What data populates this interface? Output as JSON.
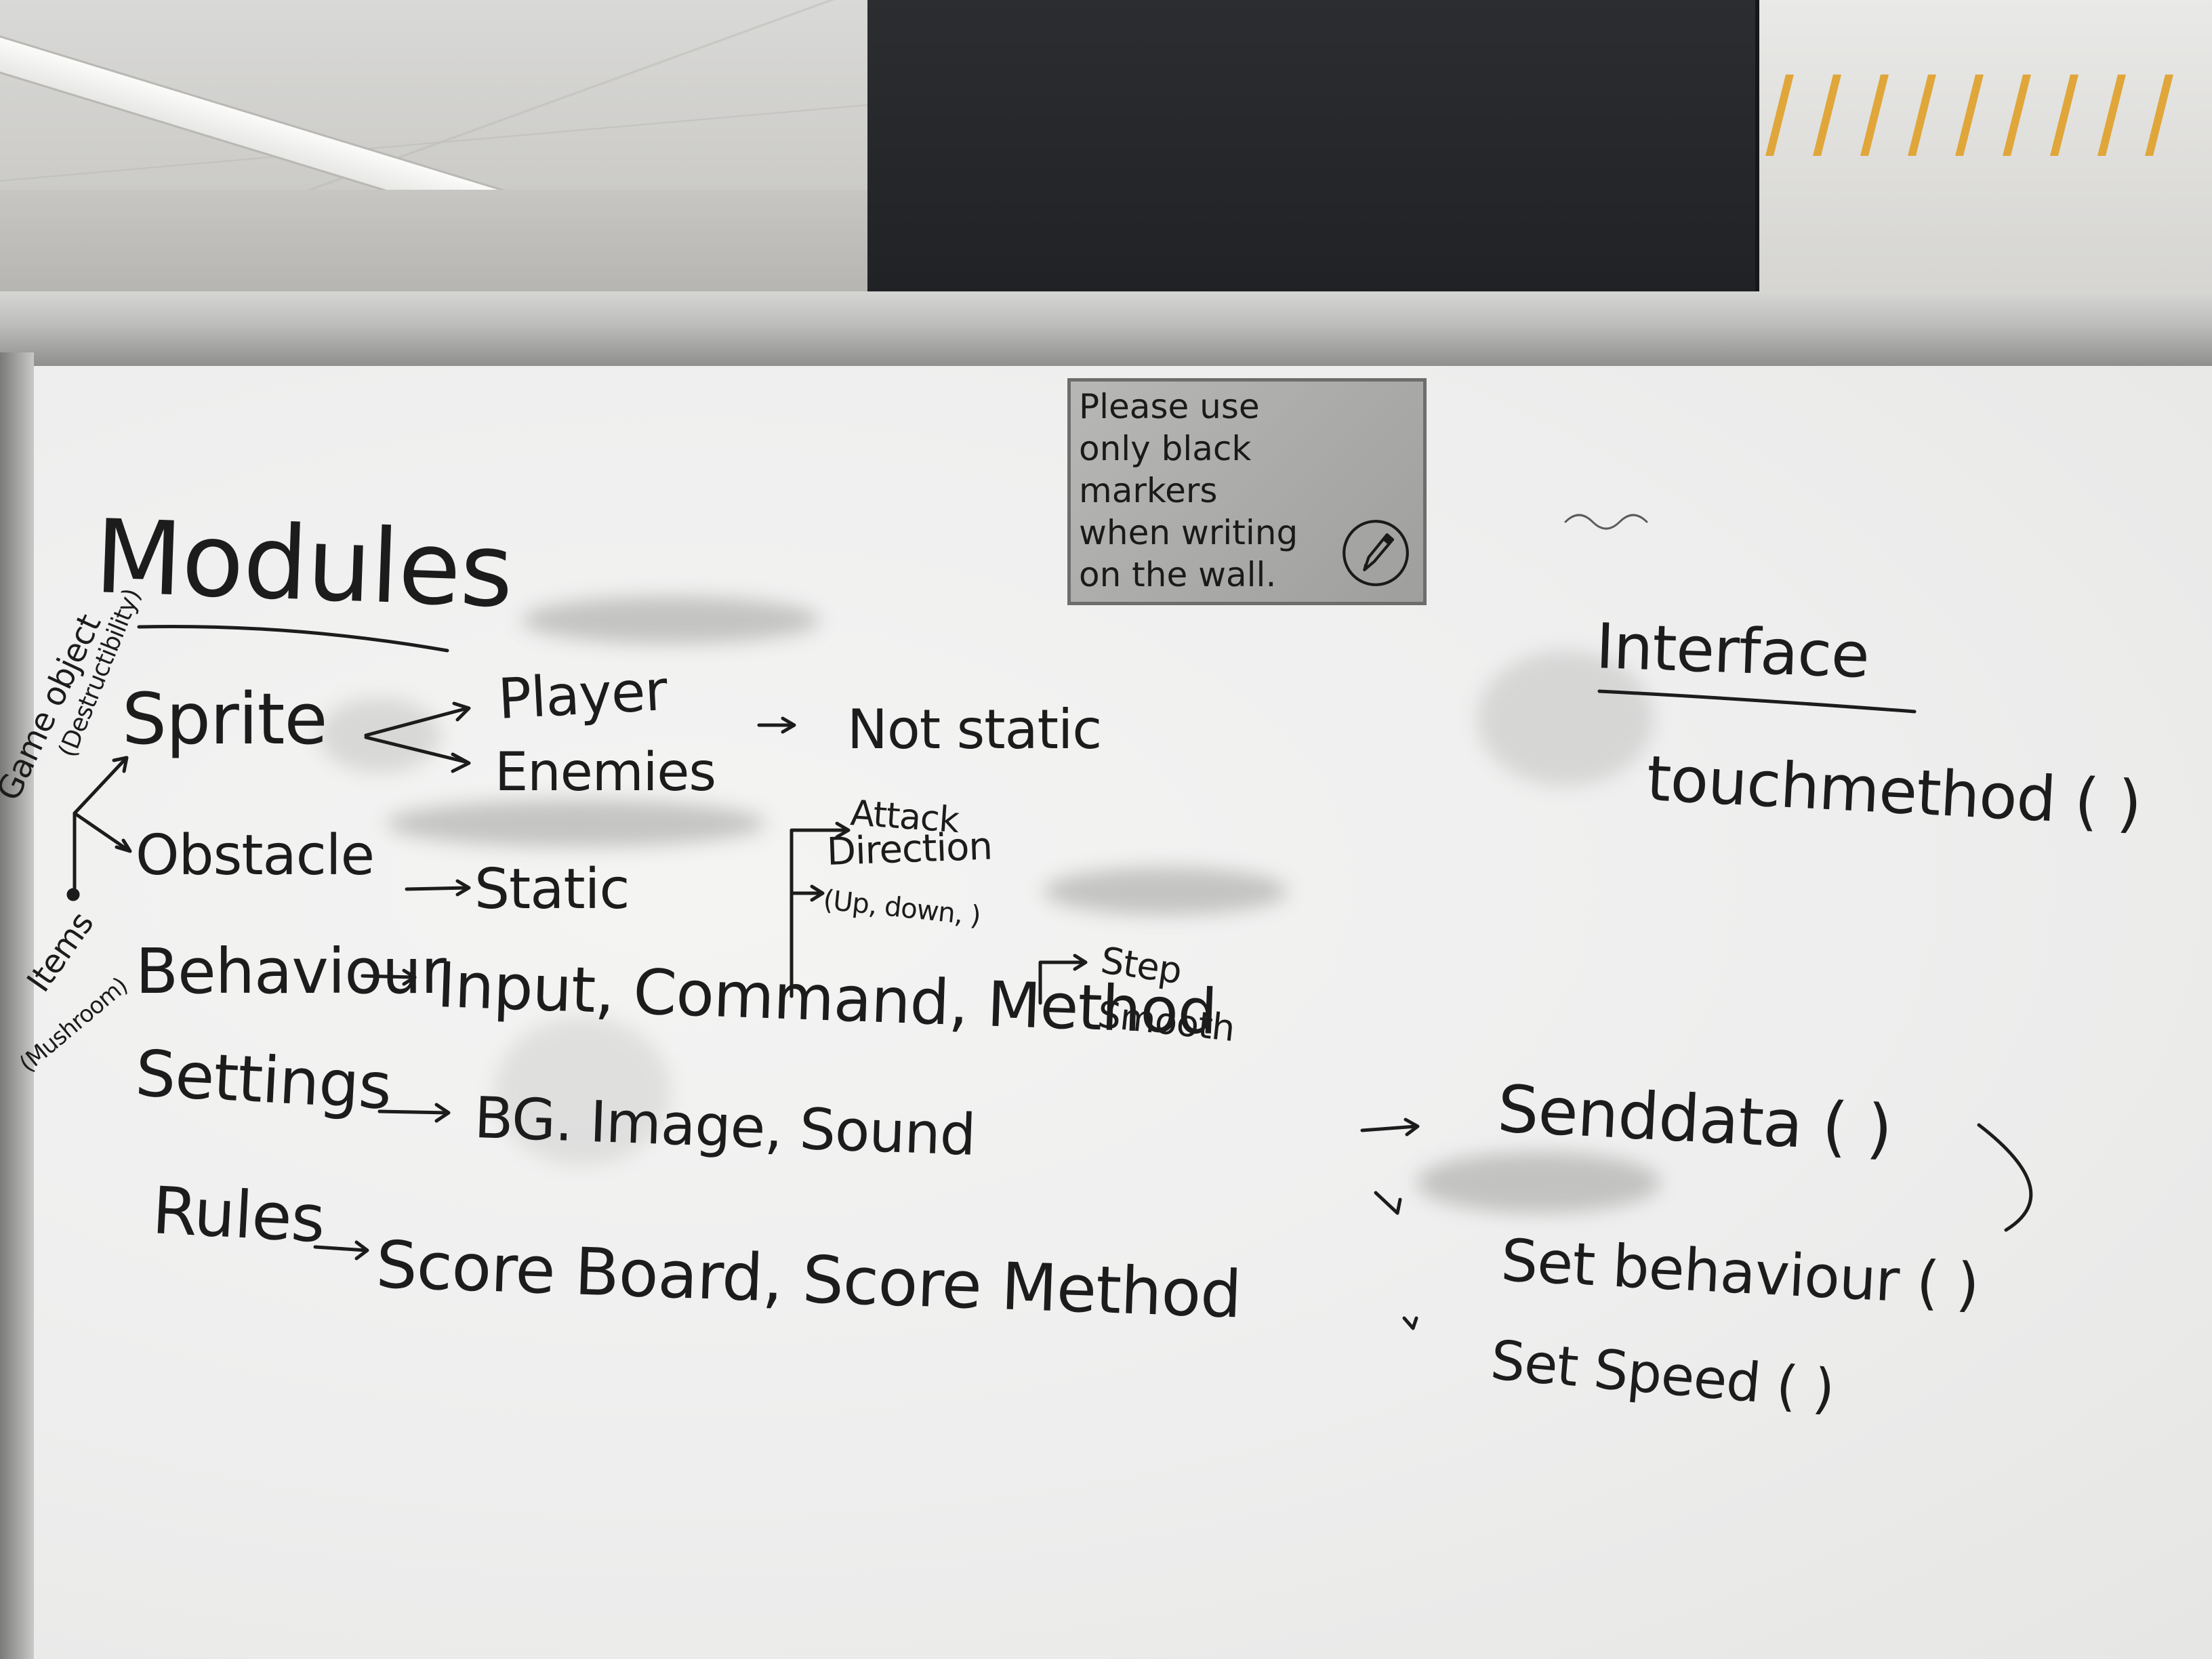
{
  "sign": {
    "text": "Please use\nonly black\nmarkers\nwhen writing\non the wall."
  },
  "board": {
    "title": "Modules",
    "side_note_game_object": "Game object",
    "side_note_destructibility": "(Destructibility)",
    "side_note_items": "Items",
    "side_note_mushroom": "(Mushroom)",
    "sprite": "Sprite",
    "player": "Player",
    "enemies": "Enemies",
    "not_static": "Not static",
    "obstacle": "Obstacle",
    "static": "Static",
    "attack": "Attack",
    "direction": "Direction",
    "direction_detail": "(Up, down, )",
    "behaviour": "Behaviour",
    "behaviour_items": "Input, Command, Method",
    "step": "Step",
    "smooth": "Smooth",
    "settings": "Settings",
    "settings_items": "BG. Image, Sound",
    "rules": "Rules",
    "rules_items": "Score Board, Score   Method",
    "interface_title": "Interface",
    "touch_method": "touchmethod (  )",
    "send_data": "Senddata (   )",
    "set_behaviour": "Set behaviour (  )",
    "set_speed": "Set Speed (  )"
  }
}
